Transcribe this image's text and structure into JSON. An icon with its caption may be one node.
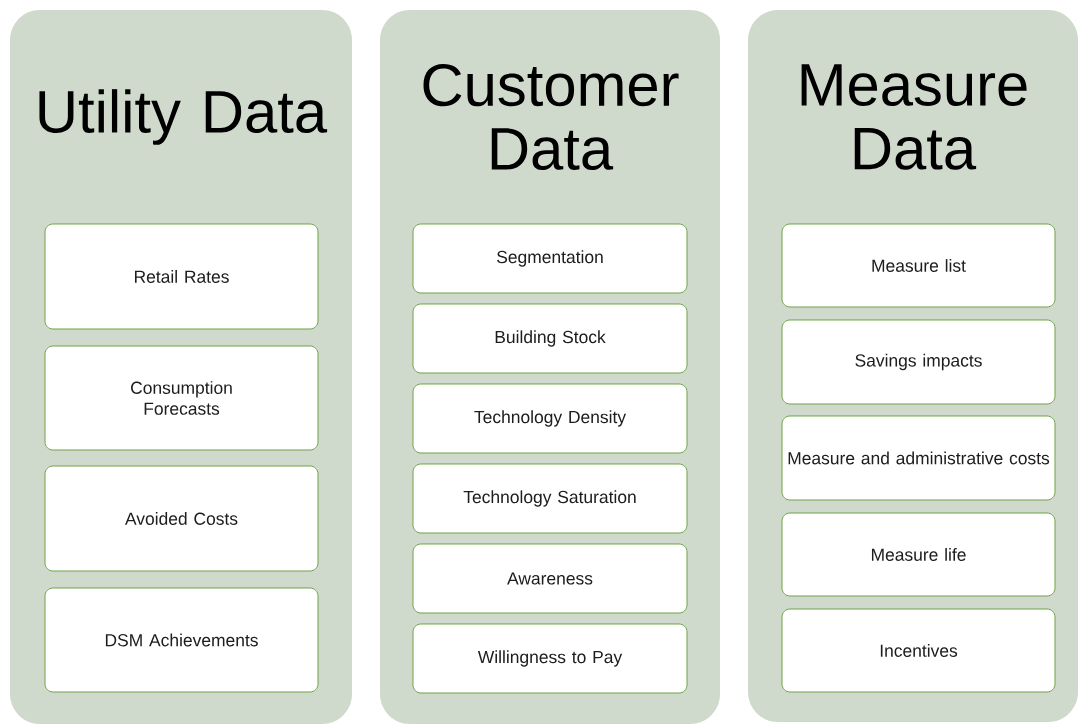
{
  "diagram": {
    "nodes": [
      {
        "text": [
          "Utility Data"
        ]
      },
      {
        "text": [
          "Retail Rates"
        ],
        "in": 0
      },
      {
        "text": [
          "Consumption Forecasts"
        ],
        "in": 0
      },
      {
        "text": [
          "Avoided Costs"
        ],
        "in": 0
      },
      {
        "text": [
          "DSM Achievements"
        ],
        "in": 0
      },
      {
        "text": [
          "Customer Data"
        ]
      },
      {
        "text": [
          "Segmentation"
        ],
        "in": 5
      },
      {
        "text": [
          "Building Stock"
        ],
        "in": 5
      },
      {
        "text": [
          "Technology Density"
        ],
        "in": 5
      },
      {
        "text": [
          "Technology Saturation"
        ],
        "in": 5
      },
      {
        "text": [
          "Awareness"
        ],
        "in": 5
      },
      {
        "text": [
          "Willingness to Pay"
        ],
        "in": 5
      },
      {
        "text": [
          "Measure Data"
        ]
      },
      {
        "text": [
          "Measure list"
        ],
        "in": 12
      },
      {
        "text": [
          "Savings impacts"
        ],
        "in": 12
      },
      {
        "text": [
          "Measure and administrative costs"
        ],
        "in": 12
      },
      {
        "text": [
          "Measure life"
        ],
        "in": 12
      },
      {
        "text": [
          "Incentives"
        ],
        "in": 12
      }
    ]
  }
}
